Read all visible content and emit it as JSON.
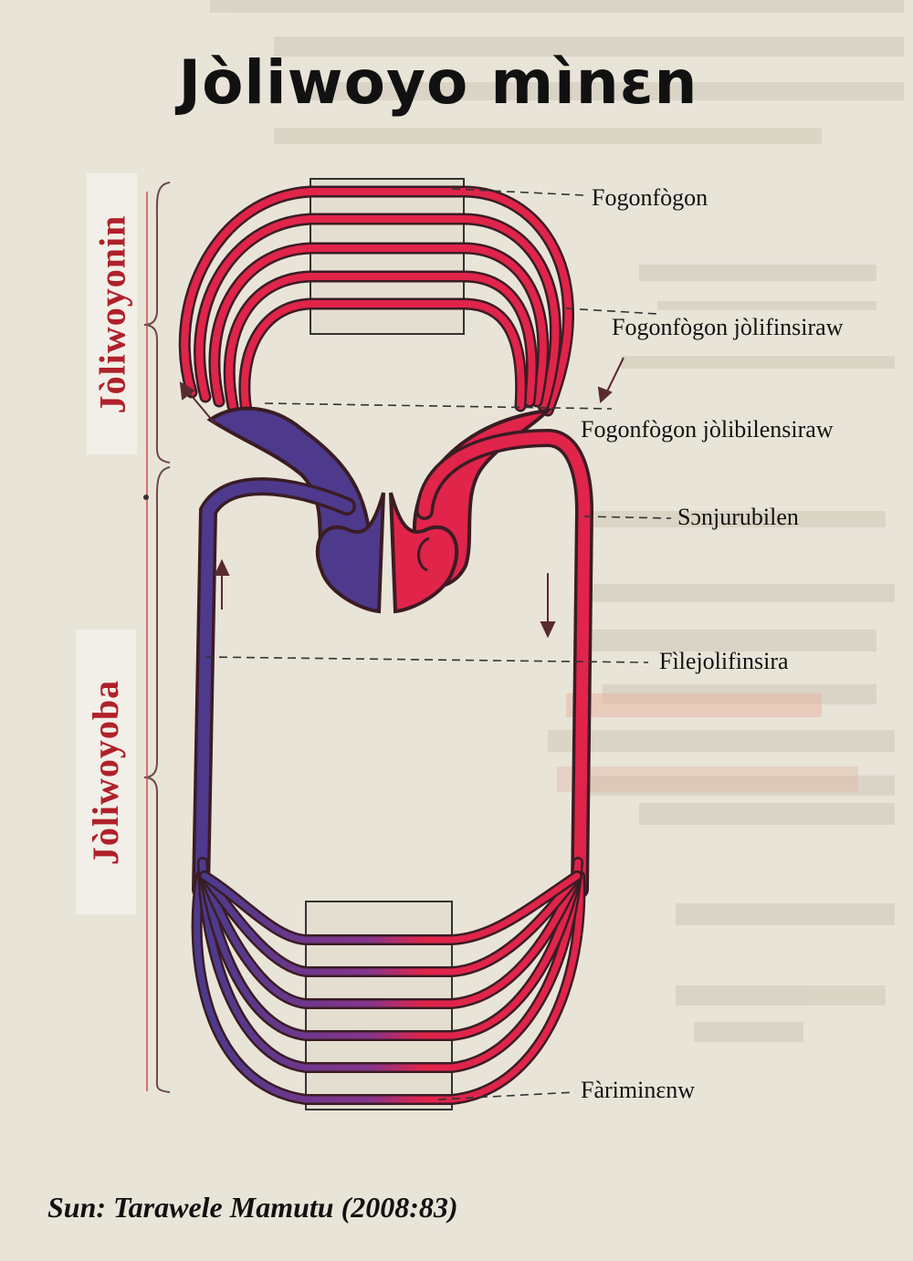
{
  "title": "Jòliwoyo mìnɛn",
  "side_labels": {
    "upper": "Jòliwoyonin",
    "lower": "Jòliwoyoba"
  },
  "labels": {
    "lungs": "Fogonfògon",
    "pulmonary_vein": "Fogonfògon jòlifinsiraw",
    "pulmonary_artery": "Fogonfògon jòlibilensiraw",
    "aorta": "Sɔnjurubilen",
    "vena_cava": "Fìlejolifinsira",
    "organs": "Fàriminɛnw"
  },
  "source": "Sun: Tarawele Mamutu (2008:83)",
  "colors": {
    "oxygenated": "#e0244a",
    "deoxygenated": "#4d3a8c",
    "outline": "#3a1c24",
    "accent_red": "#b0202a"
  }
}
